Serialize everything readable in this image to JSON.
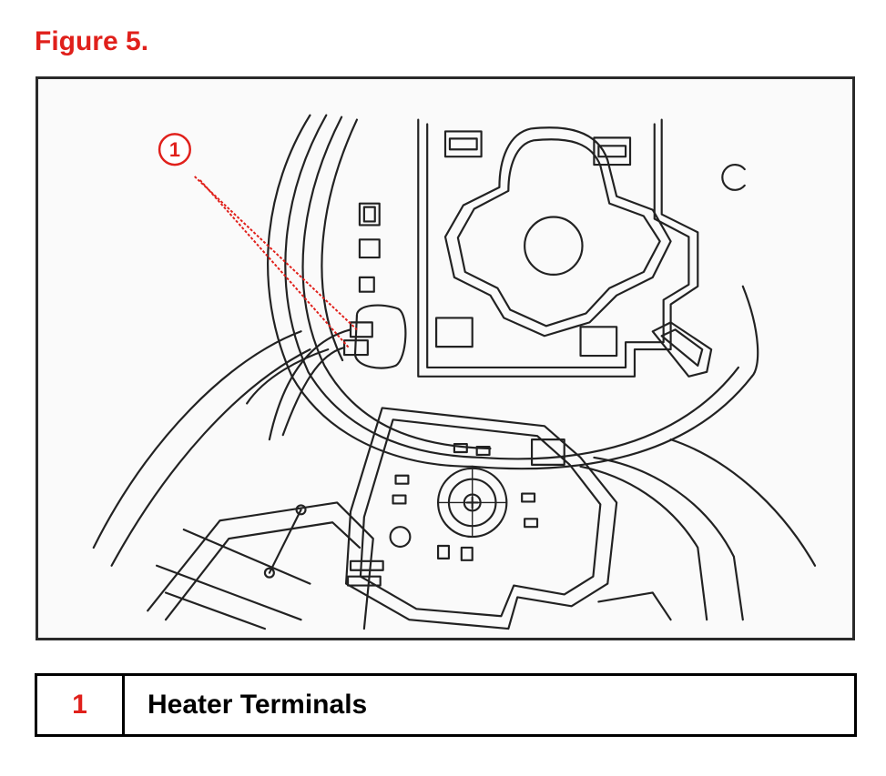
{
  "figure": {
    "title": "Figure 5."
  },
  "callouts": [
    {
      "number": "1"
    }
  ],
  "legend": [
    {
      "number": "1",
      "label": "Heater Terminals"
    }
  ],
  "colors": {
    "accent": "#e0201b",
    "line_art": "#222222",
    "frame": "#2a2a2a",
    "background": "#ffffff"
  }
}
